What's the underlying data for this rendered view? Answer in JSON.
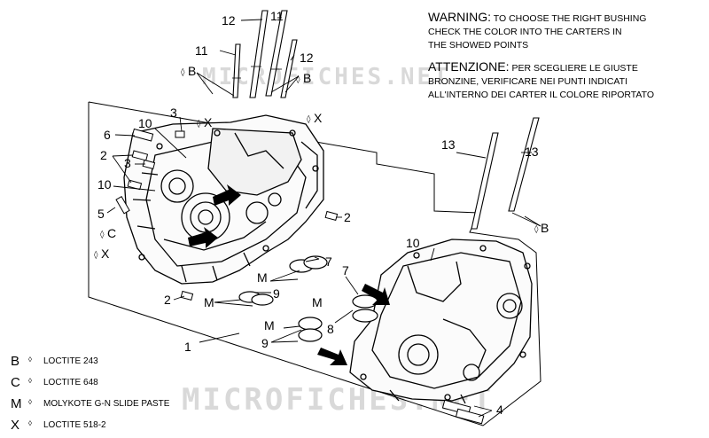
{
  "watermark": "MICROFICHES.NET",
  "warning": {
    "title_en": "WARNING:",
    "text_en": [
      "TO CHOOSE THE RIGHT BUSHING",
      "CHECK THE COLOR INTO THE CARTERS IN",
      "THE SHOWED POINTS"
    ],
    "title_it": "ATTENZIONE:",
    "text_it": [
      "PER SCEGLIERE LE GIUSTE",
      "BRONZINE, VERIFICARE NEI PUNTI INDICATI",
      "ALL'INTERNO DEI CARTER IL COLORE RIPORTATO"
    ]
  },
  "legend": [
    {
      "code": "B",
      "text": "LOCTITE 243"
    },
    {
      "code": "C",
      "text": "LOCTITE 648"
    },
    {
      "code": "M",
      "text": "MOLYKOTE G-N SLIDE PASTE"
    },
    {
      "code": "X",
      "text": "LOCTITE 518-2"
    }
  ],
  "drop_symbol": "◊",
  "callouts": {
    "n1": "1",
    "n2": "2",
    "n3": "3",
    "n4": "4",
    "n5": "5",
    "n6": "6",
    "n7": "7",
    "n8": "8",
    "n9": "9",
    "n10": "10",
    "n11": "11",
    "n12": "12",
    "n13": "13",
    "B": "B",
    "C": "C",
    "M": "M",
    "X": "X"
  }
}
